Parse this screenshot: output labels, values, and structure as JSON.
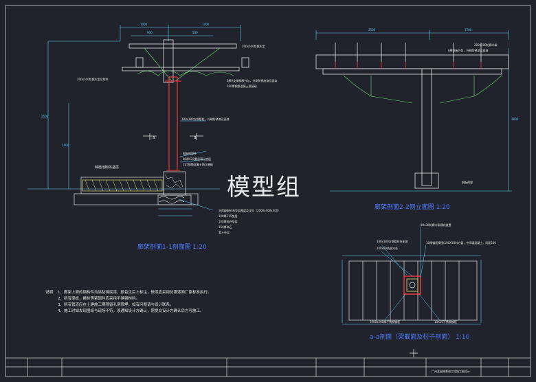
{
  "watermark": "模型组",
  "titles": {
    "section_1_1": "廊架剖面1-1剖面图  1:20",
    "elevation_2_2": "廊架剖面2-2侧立面图  1:20",
    "plan_a_a": "a-a剖面（梁截面及柱子剖面）  1:10"
  },
  "section_marks": {
    "left": "a",
    "right": "a"
  },
  "planter_label": "种植池砌体基层",
  "annotations": {
    "s1_top_right": "200x100防腐木梁",
    "s1_left_mid": "200x100防腐木梁及附件",
    "s1_mid_a": "6厚H支撑钢板外包，外刷防锈底漆及面漆",
    "s1_mid_b": "100厚钢筋混凝土梁基础",
    "s1_post": "180x180方钢管柱，外刷防锈漆及面漆",
    "s1_base_a": "钢板预埋件",
    "s1_base_b": "80厚C20素混凝土垫层",
    "s1_base_c": "C25钢筋混凝土独立基础",
    "s1_below_a": "天然级配砂石垫层厚度及详见（2000x400x400）",
    "s1_below_b": "100厚C15垫层",
    "s1_below_c": "100厚碎石垫层",
    "s1_below_d": "150厚碎石",
    "s1_below_e": "素土夯实",
    "e2_top_right": "200x100防腐木梁",
    "e2_mid": "6厚钢板外包，外刷防锈漆及面漆",
    "e2_base": "钢板预埋",
    "p_a": "180x180方钢管柱外刷漆",
    "p_b": "80x30防腐木条横向放置",
    "p_c": "10厚钢板焊接(180X180)方管，中间填混凝土，间距500",
    "p_d": "200x60防腐木条",
    "p_e": "1000x200厚不锈钢钢板",
    "p_f": "10X10不锈钢钢板"
  },
  "dimensions": {
    "s1_top_a": "1000",
    "s1_top_b": "1700",
    "s1_second_a": "900",
    "s1_second_b": "500",
    "s1_height": "2500",
    "s1_height_b": "2400",
    "e2_top_a": "2500",
    "e2_top_b": "1700",
    "e2_height": "2800"
  },
  "notes": {
    "header": "说明：",
    "lines": [
      "1、廊架上面的钢构件均涂防锈底漆，颜色见后上标注，做漆应采用仿铜漆面厂家标准执行。",
      "2、所有梁板，螺栓等紧固件应采用不锈钢材料。",
      "3、所有管道应在土建施工期预留孔洞预埋，如有问题请与设计联系。",
      "4、施工时如发现图纸与现场不符，须通知设计方确认，需提交设计方确认后方可施工。"
    ]
  },
  "title_block": {
    "project_line": "广州某园林景观工程施工图设计"
  },
  "colors": {
    "background": "#20222c",
    "line_white": "#e8e8e8",
    "line_cyan": "#5fd7ff",
    "line_red": "#ff3b3b",
    "line_green": "#6fe26f",
    "line_blue": "#4f7dff",
    "line_yellow": "#e6e06a"
  }
}
